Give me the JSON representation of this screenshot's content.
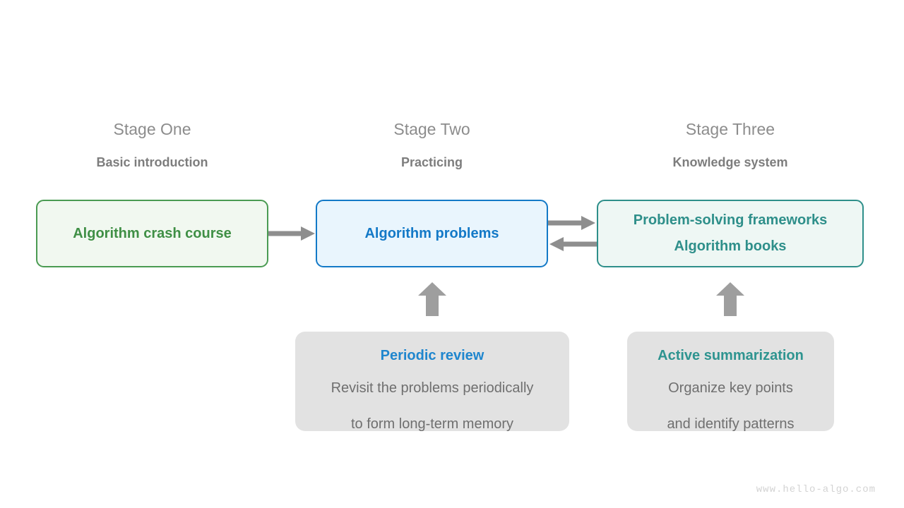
{
  "stages": [
    {
      "title": "Stage One",
      "subtitle": "Basic introduction"
    },
    {
      "title": "Stage Two",
      "subtitle": "Practicing"
    },
    {
      "title": "Stage Three",
      "subtitle": "Knowledge system"
    }
  ],
  "nodes": {
    "crash_course": {
      "line1": "Algorithm crash course"
    },
    "problems": {
      "line1": "Algorithm problems"
    },
    "frameworks": {
      "line1": "Problem-solving frameworks",
      "line2": "Algorithm books"
    }
  },
  "cards": {
    "periodic_review": {
      "title": "Periodic review",
      "body_line1": "Revisit the problems periodically",
      "body_line2": "to form long-term memory"
    },
    "active_summarization": {
      "title": "Active summarization",
      "body_line1": "Organize key points",
      "body_line2": "and identify patterns"
    }
  },
  "arrows": [
    {
      "name": "crash-course-to-problems",
      "direction": "right"
    },
    {
      "name": "problems-to-frameworks",
      "direction": "right"
    },
    {
      "name": "frameworks-to-problems",
      "direction": "left"
    },
    {
      "name": "periodic-review-to-problems",
      "direction": "up"
    },
    {
      "name": "active-summarization-to-frameworks",
      "direction": "up"
    }
  ],
  "colors": {
    "green": "#4a9b52",
    "green_fill": "#f1f8f0",
    "blue": "#1379c7",
    "blue_fill": "#e9f5fd",
    "teal": "#2e8f8a",
    "teal_fill": "#eef7f4",
    "gray_card": "#e2e2e2",
    "arrow_gray": "#8e8e8e",
    "block_arrow_gray": "#9e9e9e",
    "title_gray": "#8c8c8c",
    "body_gray": "#6f6f6f"
  },
  "footer": {
    "watermark": "www.hello-algo.com"
  }
}
